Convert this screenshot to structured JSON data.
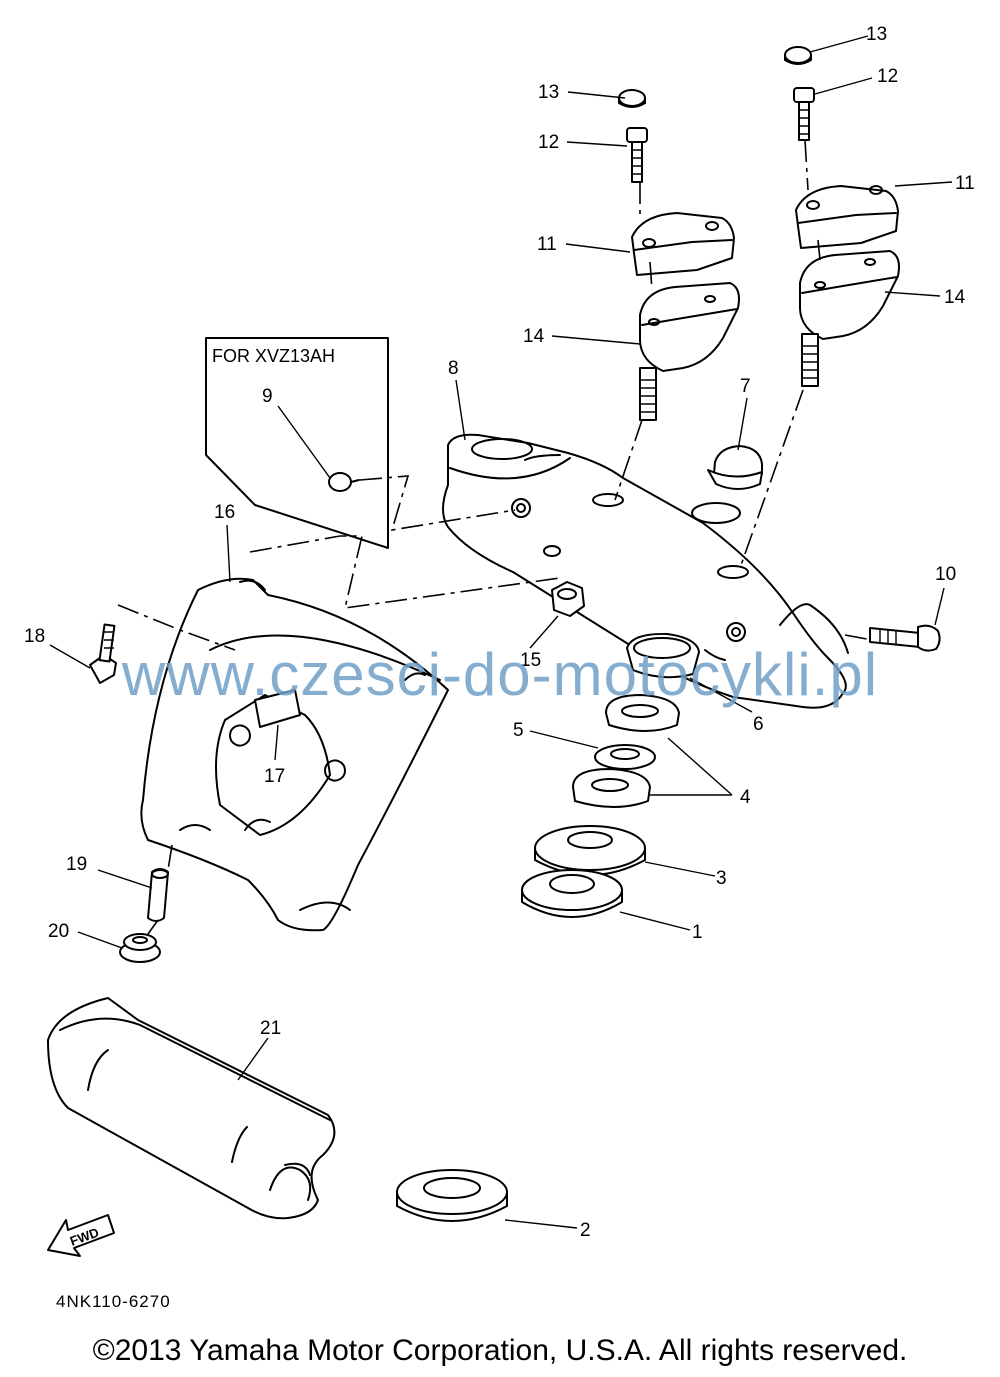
{
  "diagram": {
    "variant_note": "FOR XVZ13AH",
    "fwd_label": "FWD",
    "part_code": "4NK110-6270",
    "watermark": "www.czesci-do-motocykli.pl",
    "copyright": "©2013 Yamaha Motor Corporation, U.S.A. All rights reserved.",
    "callouts": {
      "c1": "1",
      "c2": "2",
      "c3": "3",
      "c4": "4",
      "c5": "5",
      "c6": "6",
      "c7": "7",
      "c8": "8",
      "c9": "9",
      "c10": "10",
      "c11a": "11",
      "c11b": "11",
      "c12a": "12",
      "c12b": "12",
      "c13a": "13",
      "c13b": "13",
      "c14a": "14",
      "c14b": "14",
      "c15": "15",
      "c16": "16",
      "c17": "17",
      "c18": "18",
      "c19": "19",
      "c20": "20",
      "c21": "21"
    }
  }
}
